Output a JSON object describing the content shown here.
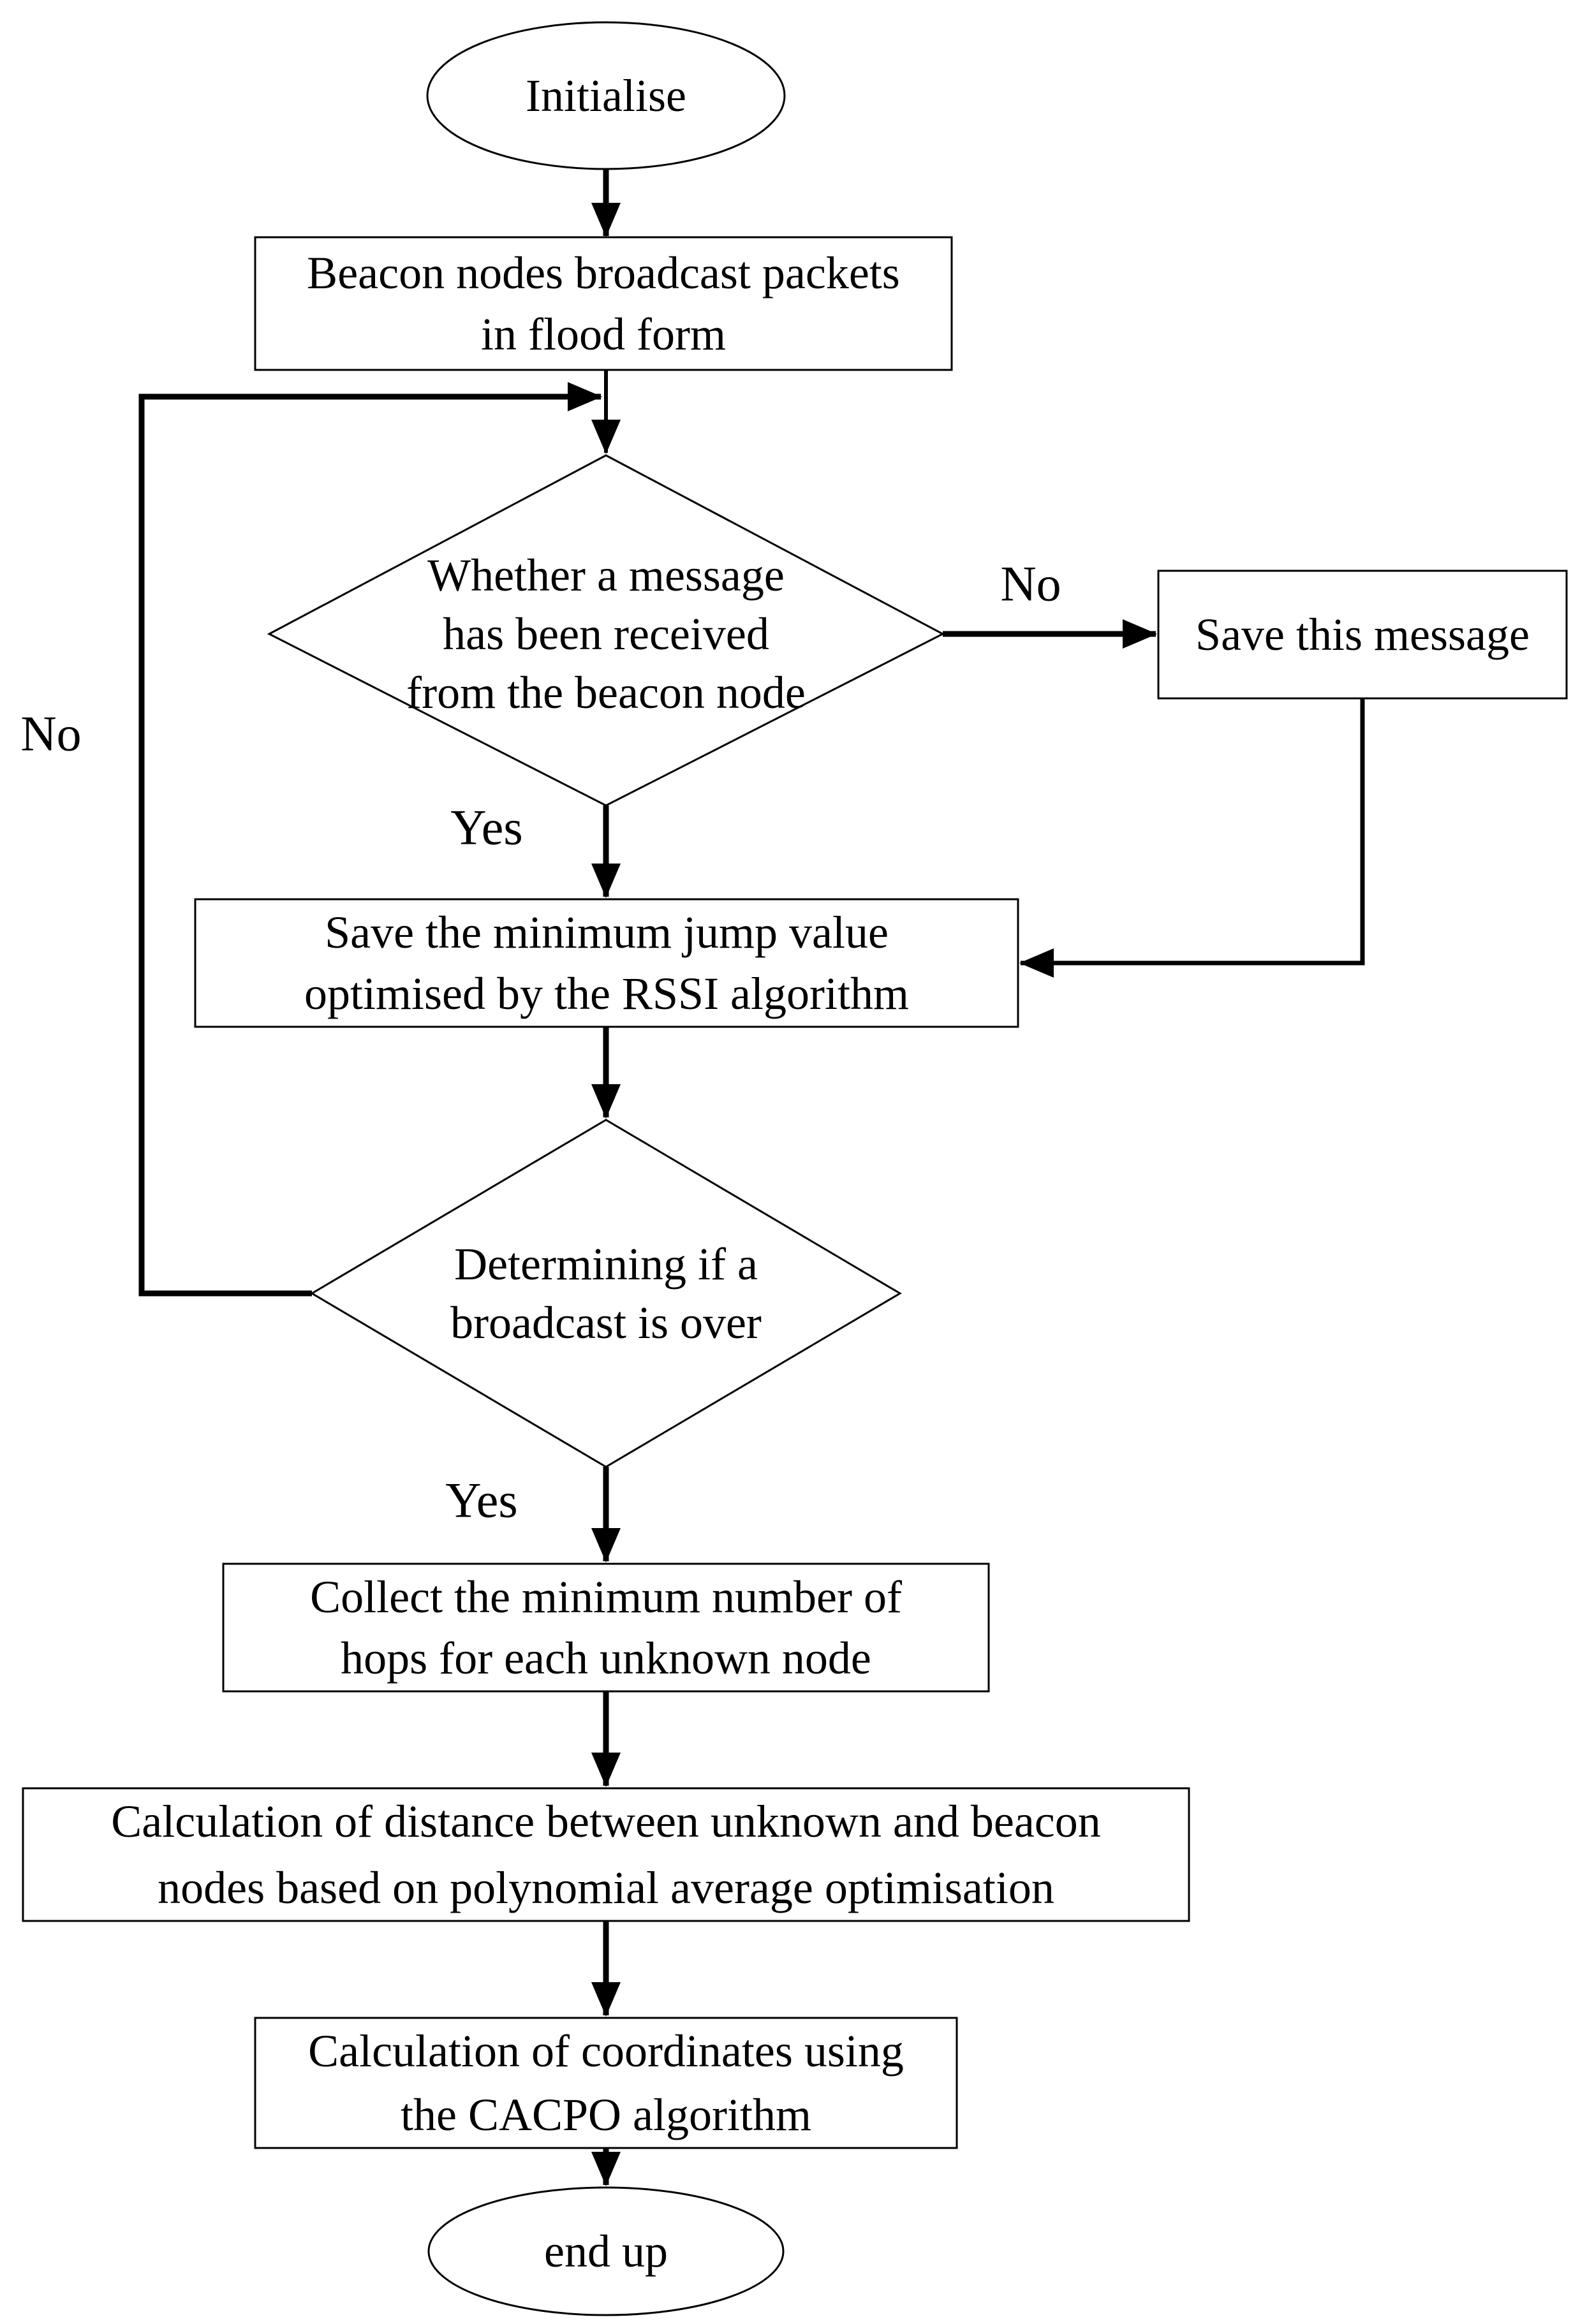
{
  "flowchart": {
    "colors": {
      "stroke": "#000000",
      "shape_fill": "#ffffff",
      "text": "#000000",
      "background": "#ffffff"
    },
    "nodes": {
      "start": {
        "shape": "terminator-ellipse",
        "label": "Initialise"
      },
      "broadcast": {
        "shape": "process-rect",
        "lines": [
          "Beacon nodes broadcast packets",
          "in flood form"
        ]
      },
      "message_received": {
        "shape": "decision-diamond",
        "lines": [
          "Whether a message",
          "has been received",
          "from the beacon node"
        ]
      },
      "save_message": {
        "shape": "process-rect",
        "lines": [
          "Save this message"
        ]
      },
      "save_min_jump": {
        "shape": "process-rect",
        "lines": [
          "Save the minimum jump value",
          "optimised by the RSSI algorithm"
        ]
      },
      "broadcast_over": {
        "shape": "decision-diamond",
        "lines": [
          "Determining if a",
          "broadcast is over"
        ]
      },
      "collect_hops": {
        "shape": "process-rect",
        "lines": [
          "Collect the minimum number of",
          "hops for each unknown node"
        ]
      },
      "calc_distance": {
        "shape": "process-rect",
        "lines": [
          "Calculation of distance between unknown and beacon",
          "nodes based on polynomial average optimisation"
        ]
      },
      "calc_coordinates": {
        "shape": "process-rect",
        "lines": [
          "Calculation of coordinates using",
          "the CACPO algorithm"
        ]
      },
      "end": {
        "shape": "terminator-ellipse",
        "label": "end up"
      }
    },
    "edge_labels": {
      "message_received_yes": "Yes",
      "message_received_no": "No",
      "broadcast_over_yes": "Yes",
      "broadcast_over_no": "No"
    }
  }
}
